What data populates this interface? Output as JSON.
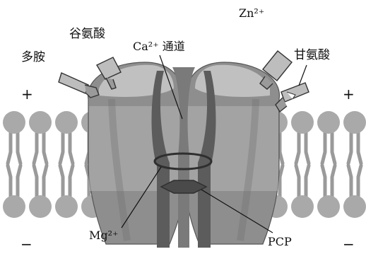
{
  "labels": {
    "polyamine": "多胺",
    "glutamate": "谷氨酸",
    "calcium_channel": "Ca²⁺ 通道",
    "zinc": "Zn²⁺",
    "glycine": "甘氨酸",
    "magnesium": "Mg²⁺",
    "pcp": "PCP",
    "plus_left": "+",
    "plus_right": "+",
    "minus_left": "−",
    "minus_right": "−"
  },
  "colors": {
    "lipid_head": "#a9a9a9",
    "lipid_tail": "#9a9a9a",
    "channel_outer": "#8e8e8e",
    "channel_inner_dark": "#5c5c5c",
    "channel_light": "#c9c9c9",
    "ligand_fill": "#bdbdbd",
    "ring_stroke": "#2f2f2f"
  }
}
